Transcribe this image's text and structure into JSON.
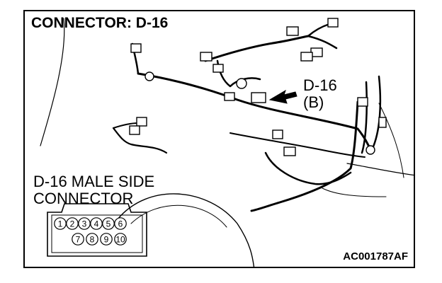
{
  "title": "CONNECTOR: D-16",
  "callout": {
    "line1": "D-16",
    "line2": "(B)"
  },
  "male_side_label": {
    "line1": "D-16 MALE SIDE",
    "line2": "CONNECTOR"
  },
  "figure_code": "AC001787AF",
  "connector_pins": {
    "top_row": [
      "1",
      "2",
      "3",
      "4",
      "5",
      "6"
    ],
    "bottom_row": [
      "7",
      "8",
      "9",
      "10"
    ]
  }
}
